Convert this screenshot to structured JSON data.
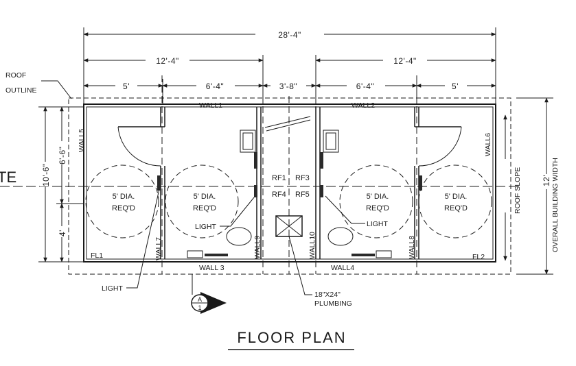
{
  "dimensions": {
    "overall_length": "28'-4\"",
    "left_half": "12'-4\"",
    "right_half": "12'-4\"",
    "seg_1": "5'",
    "seg_2": "6'-4\"",
    "seg_3": "3'-8\"",
    "seg_4": "6'-4\"",
    "seg_5": "5'",
    "left_total_height": "10'-6\"",
    "left_upper": "6'-6\"",
    "left_lower": "4'",
    "building_width_value": "12'",
    "building_width_label": "OVERALL BUILDING WIDTH"
  },
  "labels": {
    "roof_outline_line1": "ROOF",
    "roof_outline_line2": "OUTLINE",
    "wall1": "WALL1",
    "wall2": "WALL2",
    "wall3": "WALL 3",
    "wall4": "WALL4",
    "wall5": "WALL5",
    "wall6": "WALL6",
    "wall7": "WALL7",
    "wall8": "WALL8",
    "wall9": "WALL9",
    "wall10": "WALL10",
    "rf1": "RF1",
    "rf3": "RF3",
    "rf4": "RF4",
    "rf5": "RF5",
    "circle_line1": "5' DIA.",
    "circle_line2": "REQ'D",
    "light_left_room": "LIGHT",
    "light_right_room": "LIGHT",
    "light_bottom": "LIGHT",
    "fl1": "FL1",
    "fl2": "FL2",
    "plumbing_line1": "18\"X24\"",
    "plumbing_line2": "PLUMBING",
    "roof_slope": "ROOF SLOPE",
    "section_marker": "A",
    "section_sheet": "1",
    "cut_off_text": "TE",
    "title": "FLOOR PLAN"
  }
}
